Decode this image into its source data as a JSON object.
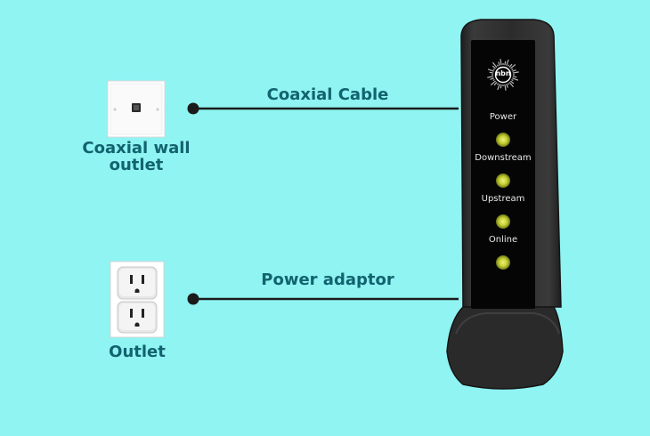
{
  "wall_outlet": {
    "label_line1": "Coaxial wall",
    "label_line2": "outlet",
    "icon": "coaxial-wall-outlet-icon"
  },
  "power_outlet": {
    "label": "Outlet",
    "icon": "power-outlet-icon"
  },
  "cables": {
    "coaxial_label": "Coaxial Cable",
    "power_label": "Power adaptor"
  },
  "modem": {
    "brand": "nbn",
    "leds": [
      {
        "label": "Power"
      },
      {
        "label": "Downstream"
      },
      {
        "label": "Upstream"
      },
      {
        "label": "Online"
      }
    ]
  },
  "colors": {
    "background": "#8ff4f2",
    "label_text": "#12636f",
    "cable": "#1b1b1b",
    "modem_body": "#2b2b2b",
    "led": "#c8d23a"
  }
}
